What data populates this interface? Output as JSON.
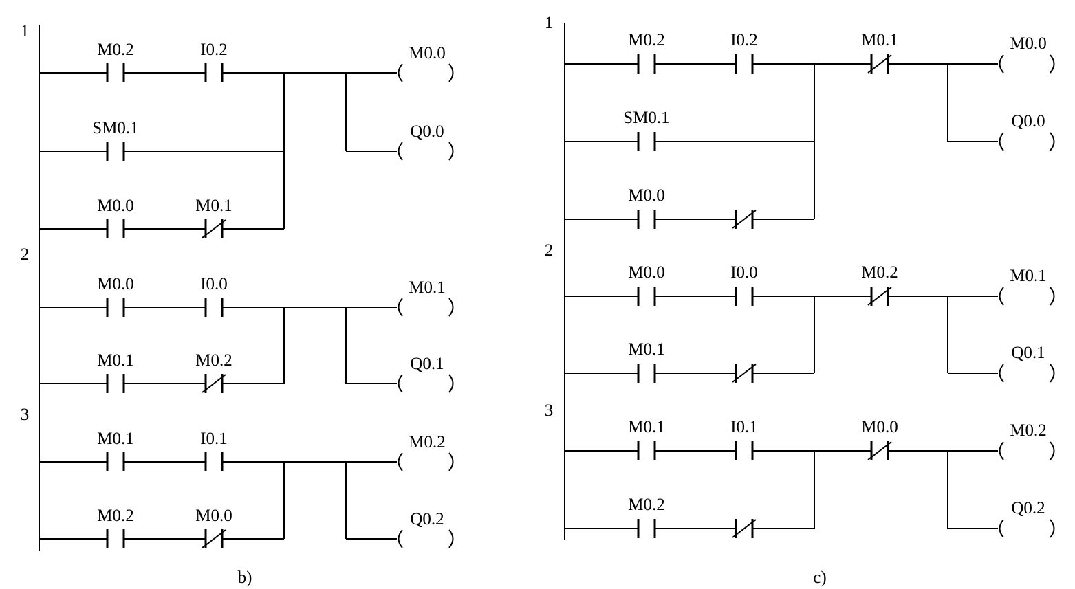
{
  "diagrams": {
    "b": {
      "caption": "b)",
      "rung_numbers": [
        "1",
        "2",
        "3"
      ],
      "rows": [
        {
          "c1": "M0.2",
          "c2": "I0.2",
          "c2_nc": false,
          "coil": "M0.0"
        },
        {
          "c1": "SM0.1",
          "c2": "",
          "c2_nc": false,
          "coil": "Q0.0"
        },
        {
          "c1": "M0.0",
          "c2": "M0.1",
          "c2_nc": true,
          "coil": ""
        },
        {
          "c1": "M0.0",
          "c2": "I0.0",
          "c2_nc": false,
          "coil": "M0.1"
        },
        {
          "c1": "M0.1",
          "c2": "M0.2",
          "c2_nc": true,
          "coil": "Q0.1"
        },
        {
          "c1": "M0.1",
          "c2": "I0.1",
          "c2_nc": false,
          "coil": "M0.2"
        },
        {
          "c1": "M0.2",
          "c2": "M0.0",
          "c2_nc": true,
          "coil": "Q0.2"
        }
      ]
    },
    "c": {
      "caption": "c)",
      "rung_numbers": [
        "1",
        "2",
        "3"
      ],
      "rows": [
        {
          "c1": "M0.2",
          "c2": "I0.2",
          "c2_nc": false,
          "c3": "M0.1",
          "coil": "M0.0"
        },
        {
          "c1": "SM0.1",
          "c2": null,
          "c2_nc": false,
          "c3": null,
          "coil": "Q0.0"
        },
        {
          "c1": "M0.0",
          "c2": "",
          "c2_nc": true,
          "c3": null,
          "coil": ""
        },
        {
          "c1": "M0.0",
          "c2": "I0.0",
          "c2_nc": false,
          "c3": "M0.2",
          "coil": "M0.1"
        },
        {
          "c1": "M0.1",
          "c2": "",
          "c2_nc": true,
          "c3": null,
          "coil": "Q0.1"
        },
        {
          "c1": "M0.1",
          "c2": "I0.1",
          "c2_nc": false,
          "c3": "M0.0",
          "coil": "M0.2"
        },
        {
          "c1": "M0.2",
          "c2": "",
          "c2_nc": true,
          "c3": null,
          "coil": "Q0.2"
        }
      ]
    }
  }
}
